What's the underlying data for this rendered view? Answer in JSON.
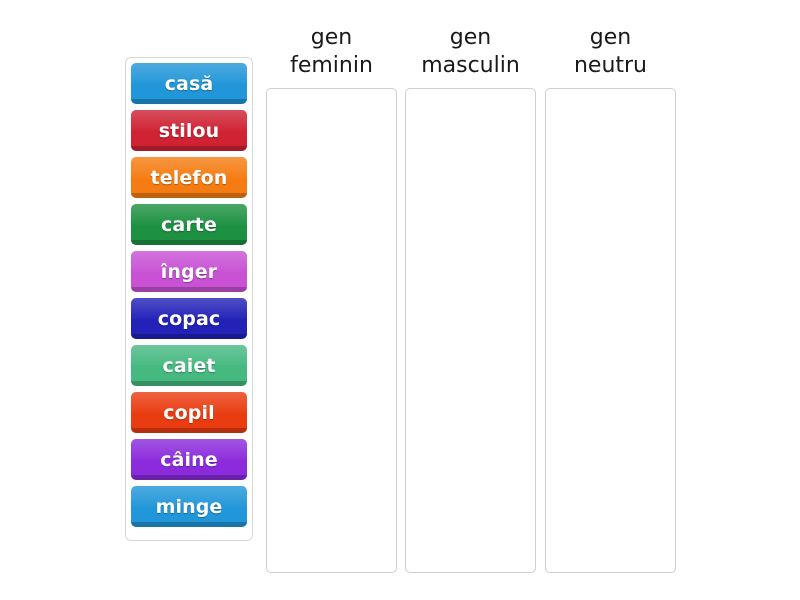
{
  "activity": {
    "type": "group-sort",
    "background_color": "#ffffff"
  },
  "word_bank": {
    "name": "word-bank",
    "tiles": [
      {
        "label": "casă",
        "color": "#2196d8"
      },
      {
        "label": "stilou",
        "color": "#cf2233"
      },
      {
        "label": "telefon",
        "color": "#f57c12"
      },
      {
        "label": "carte",
        "color": "#1d9141"
      },
      {
        "label": "înger",
        "color": "#c851d4"
      },
      {
        "label": "copac",
        "color": "#2222b8"
      },
      {
        "label": "caiet",
        "color": "#46b981"
      },
      {
        "label": "copil",
        "color": "#ea3c11"
      },
      {
        "label": "câine",
        "color": "#8b2bdc"
      },
      {
        "label": "minge",
        "color": "#2196d8"
      }
    ]
  },
  "columns": [
    {
      "title": "gen\nfeminin",
      "items": []
    },
    {
      "title": "gen\nmasculin",
      "items": []
    },
    {
      "title": "gen\nneutru",
      "items": []
    }
  ]
}
